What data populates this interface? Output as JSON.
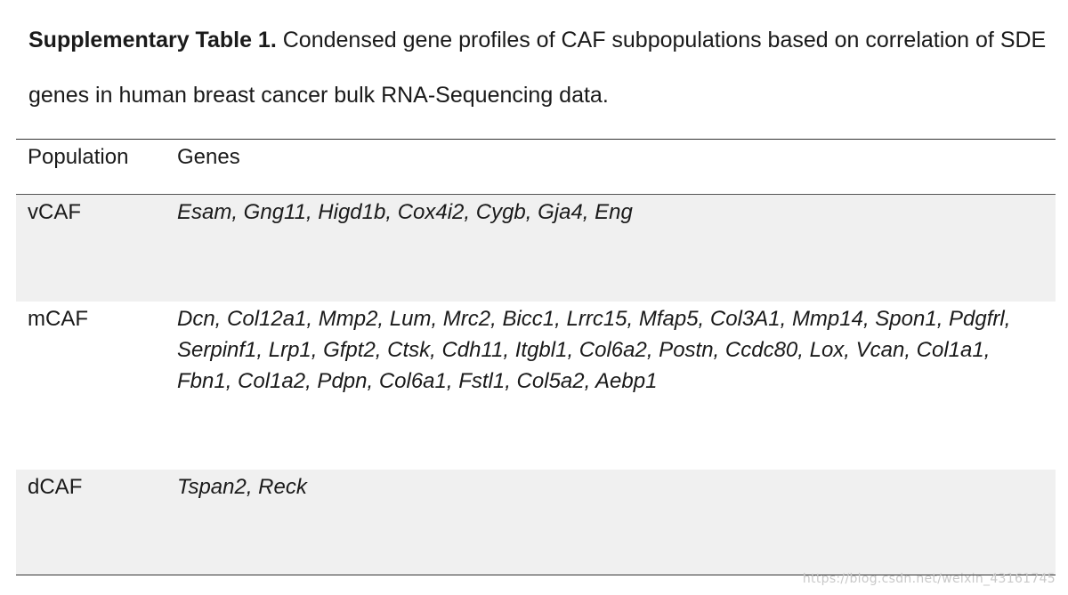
{
  "caption": {
    "label": "Supplementary Table 1.",
    "text": " Condensed gene profiles of CAF subpopulations based on correlation of SDE genes in human breast cancer bulk RNA-Sequencing data."
  },
  "table": {
    "headers": {
      "population": "Population",
      "genes": "Genes"
    },
    "rows": [
      {
        "population": "vCAF",
        "genes": "Esam, Gng11, Higd1b, Cox4i2, Cygb, Gja4, Eng"
      },
      {
        "population": "mCAF",
        "genes": "Dcn, Col12a1, Mmp2, Lum, Mrc2, Bicc1, Lrrc15, Mfap5, Col3A1, Mmp14, Spon1, Pdgfrl, Serpinf1, Lrp1, Gfpt2, Ctsk, Cdh11, Itgbl1, Col6a2, Postn, Ccdc80, Lox, Vcan, Col1a1, Fbn1, Col1a2, Pdpn, Col6a1, Fstl1, Col5a2, Aebp1"
      },
      {
        "population": "dCAF",
        "genes": "Tspan2, Reck"
      }
    ]
  },
  "watermark": "https://blog.csdn.net/weixin_43161745"
}
